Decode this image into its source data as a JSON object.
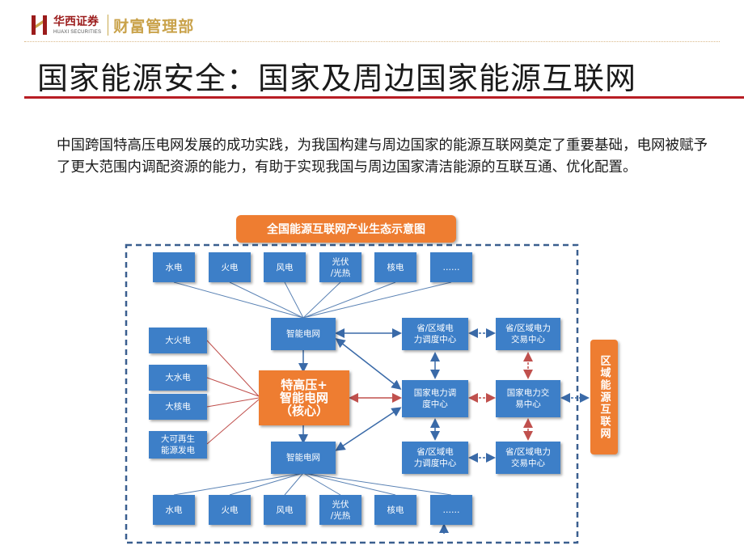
{
  "header": {
    "logo_cn": "华西证券",
    "logo_en": "HUAXI SECURITIES",
    "department": "财富管理部"
  },
  "title": "国家能源安全：国家及周边国家能源互联网",
  "body_text": "中国跨国特高压电网发展的成功实践，为我国构建与周边国家的能源互联网奠定了重要基础，电网被赋予了更大范围内调配资源的能力，有助于实现我国与周边国家清洁能源的互联互通、优化配置。",
  "diagram": {
    "banner": "全国能源互联网产业生态示意图",
    "top_sources": [
      "水电",
      "火电",
      "风电",
      "光伏\n/光热",
      "核电",
      "……"
    ],
    "bottom_sources": [
      "水电",
      "火电",
      "风电",
      "光伏\n/光热",
      "核电",
      "……"
    ],
    "left_sources": [
      "大火电",
      "大水电",
      "大核电",
      "大可再生\n能源发电"
    ],
    "smart_grid_top": "智能电网",
    "smart_grid_bottom": "智能电网",
    "core": "特高压+\n智能电网\n（核心）",
    "province_dispatch_top": "省/区域电\n力调度中心",
    "province_trade_top": "省/区域电力\n交易中心",
    "national_dispatch": "国家电力调\n度中心",
    "national_trade": "国家电力交\n易中心",
    "province_dispatch_bottom": "省/区域电\n力调度中心",
    "province_trade_bottom": "省/区域电力\n交易中心",
    "regional": "区域能源互联网"
  },
  "colors": {
    "brand_red": "#b81d24",
    "box_blue": "#3d7fc8",
    "core_orange": "#ee7d31",
    "dashed_border": "#3a5f8f"
  }
}
